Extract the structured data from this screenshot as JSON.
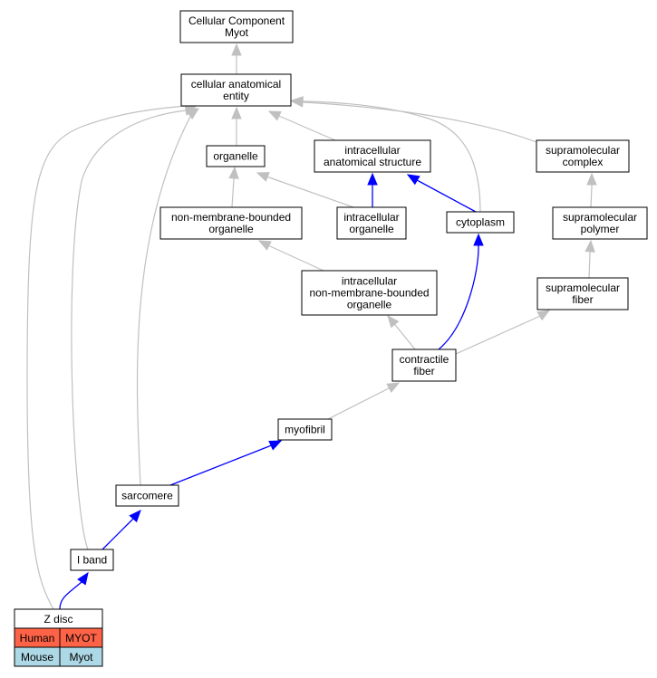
{
  "nodes": {
    "cellular_component": {
      "lines": [
        "Cellular Component",
        "Myot"
      ]
    },
    "cellular_anatomical_entity": {
      "lines": [
        "cellular anatomical",
        "entity"
      ]
    },
    "organelle": {
      "lines": [
        "organelle"
      ]
    },
    "intracellular_anatomical_structure": {
      "lines": [
        "intracellular",
        "anatomical structure"
      ]
    },
    "supramolecular_complex": {
      "lines": [
        "supramolecular",
        "complex"
      ]
    },
    "non_membrane_bounded_organelle": {
      "lines": [
        "non-membrane-bounded",
        "organelle"
      ]
    },
    "intracellular_organelle": {
      "lines": [
        "intracellular",
        "organelle"
      ]
    },
    "cytoplasm": {
      "lines": [
        "cytoplasm"
      ]
    },
    "supramolecular_polymer": {
      "lines": [
        "supramolecular",
        "polymer"
      ]
    },
    "intracellular_non_membrane_bounded_organelle": {
      "lines": [
        "intracellular",
        "non-membrane-bounded",
        "organelle"
      ]
    },
    "supramolecular_fiber": {
      "lines": [
        "supramolecular",
        "fiber"
      ]
    },
    "contractile_fiber": {
      "lines": [
        "contractile",
        "fiber"
      ]
    },
    "myofibril": {
      "lines": [
        "myofibril"
      ]
    },
    "sarcomere": {
      "lines": [
        "sarcomere"
      ]
    },
    "i_band": {
      "lines": [
        "I band"
      ]
    }
  },
  "z_disc": {
    "title": "Z disc",
    "rows": [
      {
        "species": "Human",
        "gene": "MYOT",
        "color": "#ff6347"
      },
      {
        "species": "Mouse",
        "gene": "Myot",
        "color": "#add8e6"
      }
    ]
  },
  "colors": {
    "gray_edge": "#c0c0c0",
    "blue_edge": "#0000ff",
    "human_row": "#ff6347",
    "mouse_row": "#add8e6"
  }
}
